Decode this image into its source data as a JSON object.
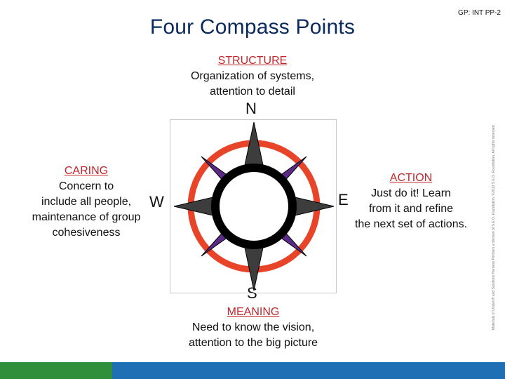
{
  "title": "Four Compass Points",
  "slide_id": "GP: INT PP-2",
  "north": {
    "heading": "STRUCTURE",
    "lines": [
      "Organization of systems,",
      "attention to detail"
    ],
    "letter": "N"
  },
  "west": {
    "heading": "CARING",
    "lines": [
      "Concern to",
      "include all people,",
      "maintenance of group",
      "cohesiveness"
    ],
    "letter": "W"
  },
  "east": {
    "heading": "ACTION",
    "lines": [
      "Just do it! Learn",
      "from it and refine",
      "the next set of actions."
    ],
    "letter": "E"
  },
  "south": {
    "heading": "MEANING",
    "lines": [
      "Need to know the vision,",
      "attention to the big picture"
    ],
    "letter": "S"
  },
  "copyright": "Materials of Unison® and Solutions Harness Partners a division of S.E.O. Foundation. ©2013 S.E.O. Foundation. All rights reserved.",
  "colors": {
    "ring": "#e8442a",
    "star_purple": "#5b2a86",
    "star_dark": "#3d3d3d",
    "title": "#0b2a5c",
    "heading": "#c0272d",
    "bar_green": "#2f8f3a",
    "bar_blue": "#1f6fb5"
  }
}
